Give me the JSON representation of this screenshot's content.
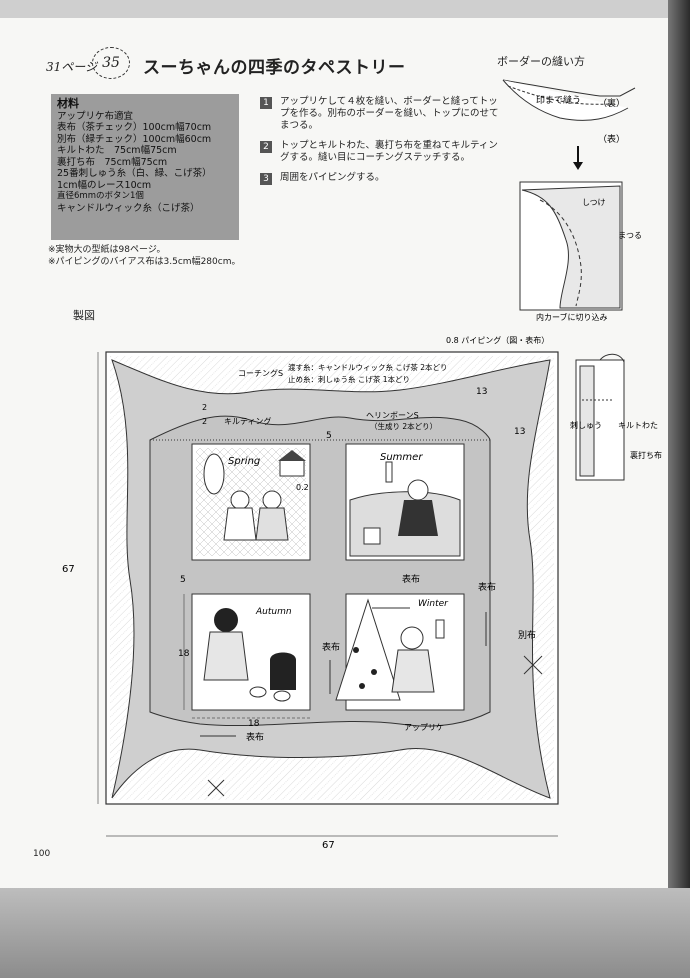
{
  "header": {
    "page_ref": "31ページ",
    "number": "35",
    "title": "スーちゃんの四季のタペストリー"
  },
  "materials": {
    "heading": "材料",
    "items": [
      "アップリケ布適宜",
      "表布（茶チェック）100cm幅70cm",
      "別布（緑チェック）100cm幅60cm",
      "キルトわた　75cm幅75cm",
      "裏打ち布　75cm幅75cm",
      "25番刺しゅう糸（白、緑、こげ茶）",
      "1cm幅のレース10cm",
      "直径6mmのボタン1個",
      "キャンドルウィック糸（こげ茶）"
    ]
  },
  "notes": [
    "※実物大の型紙は98ページ。",
    "※パイピングのバイアス布は3.5cm幅280cm。"
  ],
  "steps": [
    {
      "num": "1",
      "text": "アップリケして４枚を縫い、ボーダーと縫ってトップを作る。別布のボーダーを縫い、トップにのせてまつる。"
    },
    {
      "num": "2",
      "text": "トップとキルトわた、裏打ち布を重ねてキルティングする。縫い目にコーチングステッチする。"
    },
    {
      "num": "3",
      "text": "周囲をパイピングする。"
    }
  ],
  "border_method": {
    "title": "ボーダーの縫い方",
    "labels": {
      "sew_to_mark": "印まで縫う",
      "back": "（裏）",
      "front": "（表）",
      "blind_stitch_top": "しつけ",
      "slipstitch": "まつる",
      "clip": "内カーブに切り込み"
    }
  },
  "diagram": {
    "title": "製図",
    "labels": {
      "piping": "0.8 パイピング（図・表布）",
      "couching": "コーチングS",
      "thread_note1": "渡す糸：キャンドルウィック糸 こげ茶 2本どり",
      "thread_note2": "止め糸：刺しゅう糸 こげ茶 1本どり",
      "quilting": "キルティング",
      "herringbone": "ヘリンボーンS",
      "herringbone_sub": "（生成り 2本どり）",
      "spring": "Spring",
      "summer": "Summer",
      "autumn": "Autumn",
      "winter": "Winter",
      "front_fabric": "表布",
      "alt_fabric": "別布",
      "applique": "アップリケ",
      "dim_67": "67",
      "dim_18": "18",
      "dim_5": "5",
      "dim_13": "13",
      "dim_2": "2",
      "dim_02": "0.2"
    },
    "detail": {
      "embroidery": "刺しゅう",
      "batting": "キルトわた",
      "backing": "裏打ち布"
    }
  },
  "page_number": "100"
}
